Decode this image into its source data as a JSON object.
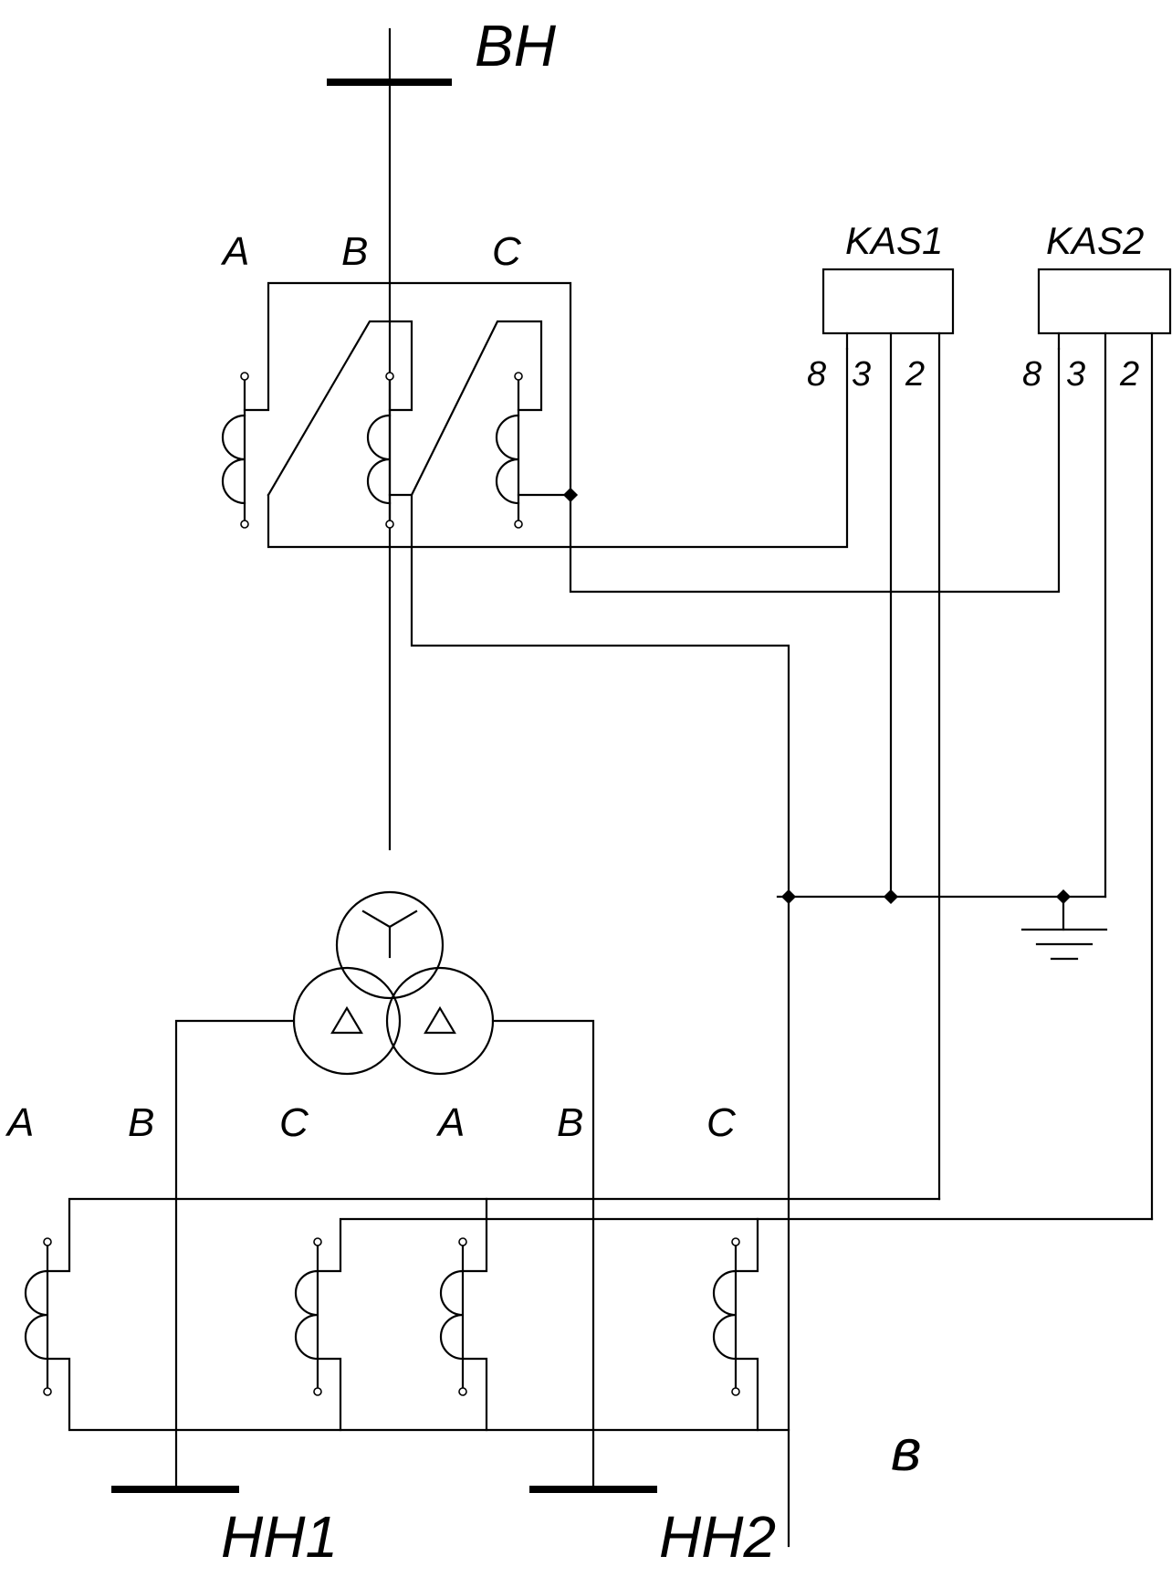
{
  "diagram": {
    "buses": {
      "hv": "ВН",
      "lv1": "НН1",
      "lv2": "НН2"
    },
    "hv_phases": [
      "A",
      "B",
      "C"
    ],
    "lv_phases": [
      "A",
      "B",
      "C",
      "A",
      "B",
      "C"
    ],
    "relays": [
      {
        "name": "KAS1",
        "pins": [
          "8",
          "3",
          "2"
        ]
      },
      {
        "name": "KAS2",
        "pins": [
          "8",
          "3",
          "2"
        ]
      }
    ],
    "figure_letter": "в"
  }
}
